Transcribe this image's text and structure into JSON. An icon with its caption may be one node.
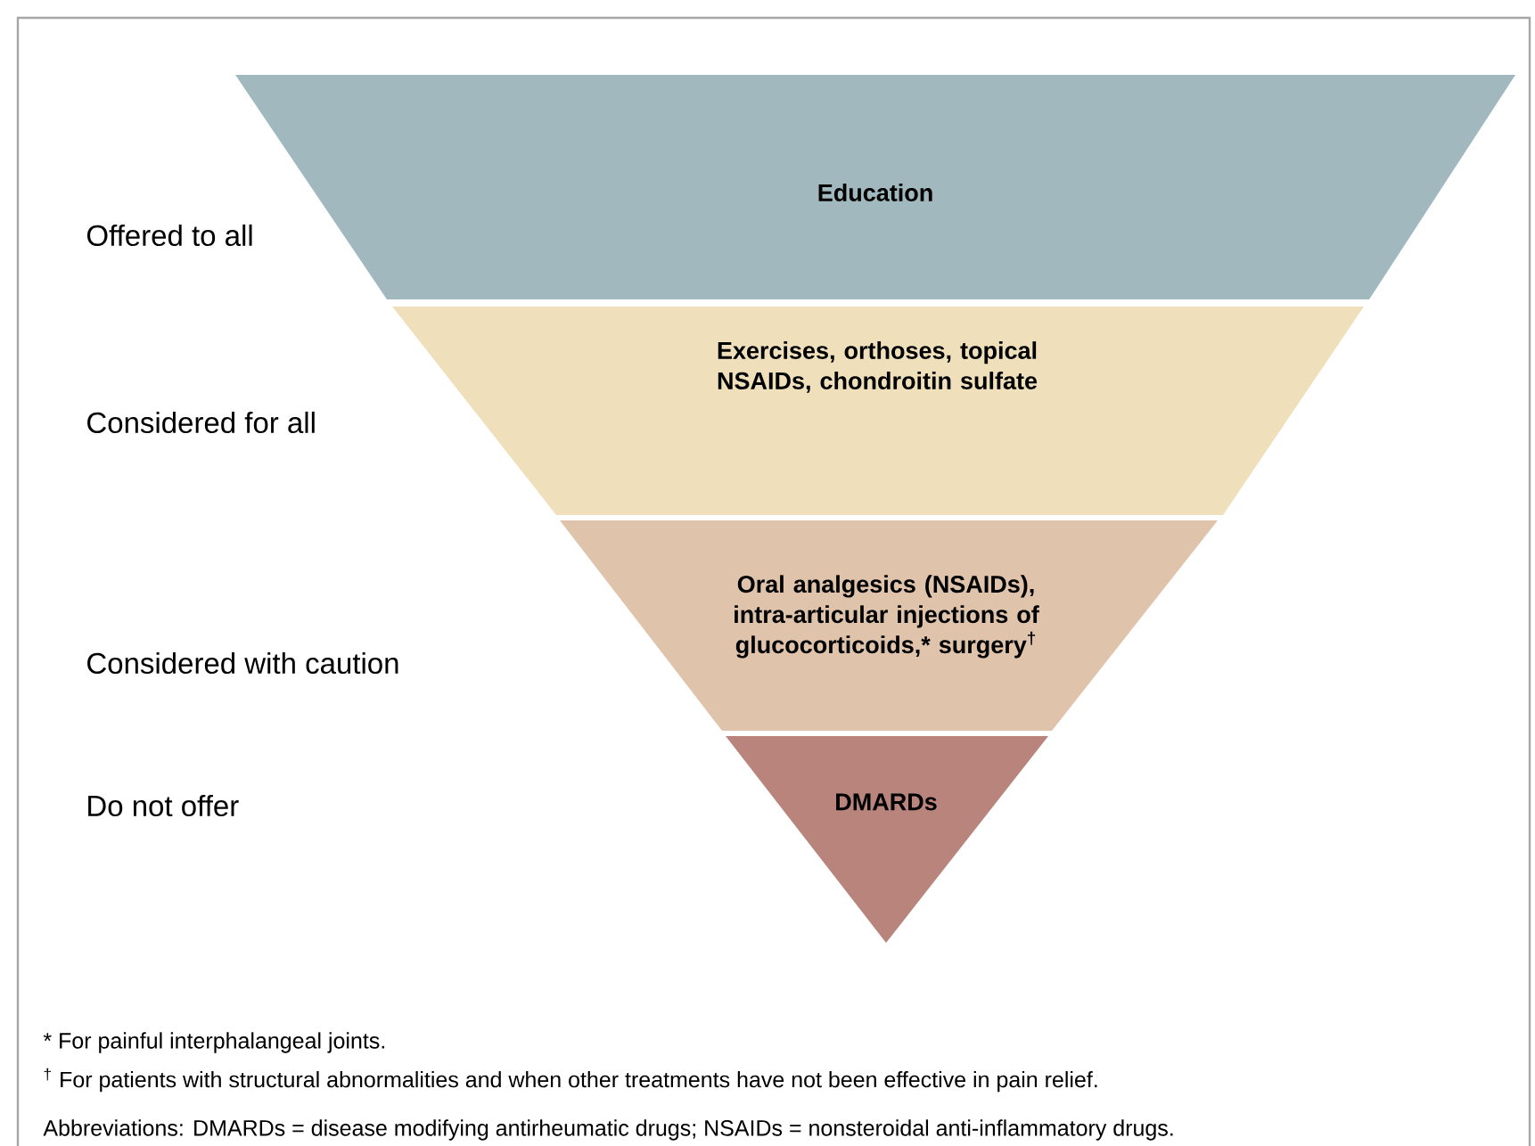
{
  "diagram": {
    "nodes": [
      {
        "text": [
          "Education"
        ]
      },
      {
        "text": [
          "Exercises, orthoses, topical NSAIDs, chondroitin sulfate"
        ]
      },
      {
        "text": [
          "Oral analgesics (NSAIDs), intra-articular injections of glucocorticoids,* surgery$^{†}$"
        ]
      },
      {
        "text": [
          "DMARDs"
        ]
      }
    ],
    "labels": [
      "Offered to all",
      "Considered for all",
      "Considered with caution",
      "Do not offer",
      "* For painful interphalangeal joints.",
      "$^{†}$ For patients with structural abnormalities and when other treatments have not been effective in pain relief.",
      "Abbreviations: DMARDs = disease modifying antirheumatic drugs; NSAIDs = nonsteroidal anti-inflammatory drugs."
    ]
  }
}
